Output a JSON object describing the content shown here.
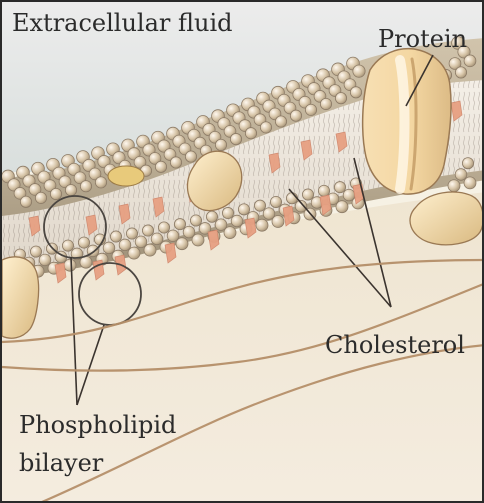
{
  "labels": {
    "extracellular_fluid": "Extracellular fluid",
    "protein": "Protein",
    "cholesterol": "Cholesterol",
    "phospholipid_line1": "Phospholipid",
    "phospholipid_line2": "bilayer"
  },
  "colors": {
    "background": "#f6f1e4",
    "upper_sky": "#dfe3e3",
    "membrane_top": "#bfb39f",
    "membrane_core": "#e9e4db",
    "head_fill": "#d5c2a4",
    "head_highlight": "#f2e9da",
    "cholesterol": "#e5a287",
    "protein": "#f0d7a6",
    "protein_highlight": "#fff4df",
    "line": "#3b342f",
    "cytoplasm_curve": "#b58f69",
    "border": "#2a2a2a"
  }
}
